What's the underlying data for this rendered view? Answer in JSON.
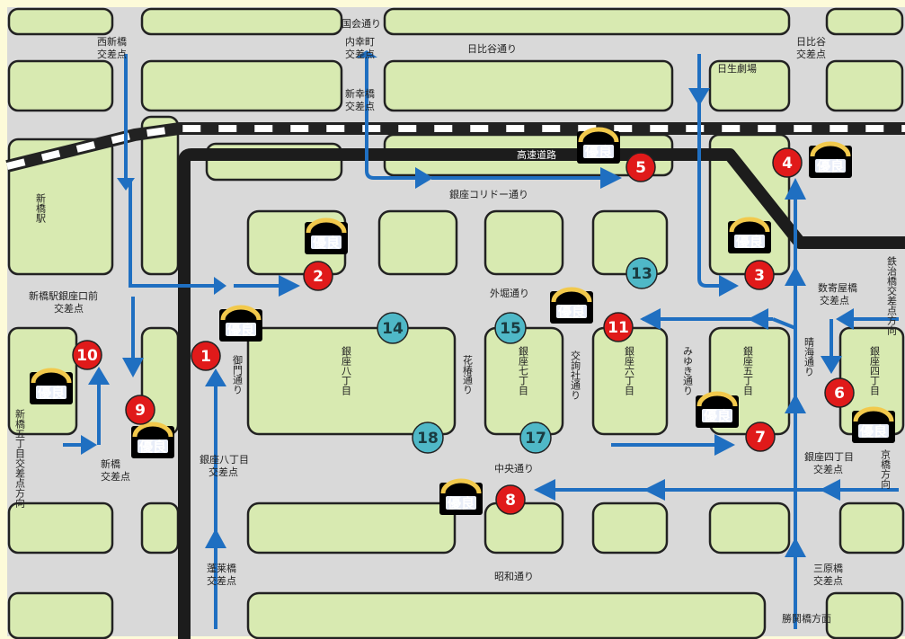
{
  "badge_text": "優良",
  "colors": {
    "route": "#1f6fc1",
    "red_marker": "#e01a1a",
    "teal_marker": "#4fb8c7",
    "block": "#d8eab1",
    "road": "#d9d9d9"
  },
  "labels": {
    "nishishinbashi": "西新橋\n交差点",
    "kokkai": "国会通り",
    "uchisaiwai": "内幸町\n交差点",
    "hibiya_dori": "日比谷通り",
    "hibiya_cross": "日比谷\n交差点",
    "nissei": "日生劇場",
    "shinsaiwai": "新幸橋\n交差点",
    "expressway": "高速道路",
    "corridor": "銀座コリドー通り",
    "shinbashi_st": "新橋駅",
    "shinbashi_ginza": "新橋駅銀座口前\n交差点",
    "sotobori": "外堀通り",
    "sukiyabashi": "数寄屋橋\n交差点",
    "tetsu": "鉄治橋交差点方向",
    "ginza8": "銀座八丁目",
    "ginza7": "銀座七丁目",
    "ginza6": "銀座六丁目",
    "ginza5": "銀座五丁目",
    "ginza4": "銀座四丁目",
    "onari": "御門通り",
    "hanatsubaki": "花椿通り",
    "kojunsha": "交詢社通り",
    "miyuki": "みゆき通り",
    "harumi": "晴海通り",
    "shinbashi5": "新橋五丁目交差点方向",
    "shinbashi_cross": "新橋\n交差点",
    "ginza8_cross": "銀座八丁目\n交差点",
    "chuo": "中央通り",
    "ginza4_cross": "銀座四丁目\n交差点",
    "kyobashi": "京橋方向",
    "horai": "蓬莱橋\n交差点",
    "showa": "昭和通り",
    "mihara": "三原橋\n交差点",
    "kachidoki": "勝鬨橋方面"
  },
  "red_markers": [
    "1",
    "2",
    "3",
    "4",
    "5",
    "6",
    "7",
    "8",
    "9",
    "10",
    "11"
  ],
  "teal_markers": [
    "13",
    "14",
    "15",
    "17",
    "18"
  ]
}
